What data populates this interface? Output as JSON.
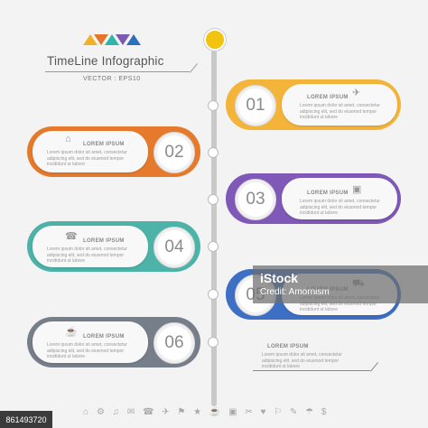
{
  "header": {
    "title": "TimeLine Infographic",
    "subtitle": "VECTOR : EPS10",
    "logo_colors": [
      "#f1b12b",
      "#e2762c",
      "#2eb6aa",
      "#7b5bb0",
      "#2d6fbf"
    ]
  },
  "colors": {
    "yellow": "#f4b43a",
    "orange": "#e57a2d",
    "purple": "#7f58b8",
    "teal": "#4db3a8",
    "blue": "#3d6fc4",
    "gray": "#767e8a"
  },
  "lorem_title": "LOREM IPSUM",
  "lorem_text": "Lorem ipsum dolor sit amet, consectetur adipiscing elit, sed do eiusmod tempor incididunt ut labore",
  "items": [
    {
      "number": "01",
      "icon": "airplane-icon",
      "glyph": "✈"
    },
    {
      "number": "02",
      "icon": "home-icon",
      "glyph": "⌂"
    },
    {
      "number": "03",
      "icon": "camera-icon",
      "glyph": "▣"
    },
    {
      "number": "04",
      "icon": "phone-icon",
      "glyph": "☎"
    },
    {
      "number": "05",
      "icon": "car-icon",
      "glyph": "⛟"
    },
    {
      "number": "06",
      "icon": "coffee-icon",
      "glyph": "☕"
    }
  ],
  "watermark": {
    "brand": "iStock",
    "credit": "Credit: Amornism"
  },
  "footer": {
    "image_id": "861493720",
    "icons": "⌂ ⚙ ♫ ✉ ☎ ✈ ⚑ ★ ☕ ▣ ✂ ♥ ⚐ ✎ ☂ $"
  }
}
